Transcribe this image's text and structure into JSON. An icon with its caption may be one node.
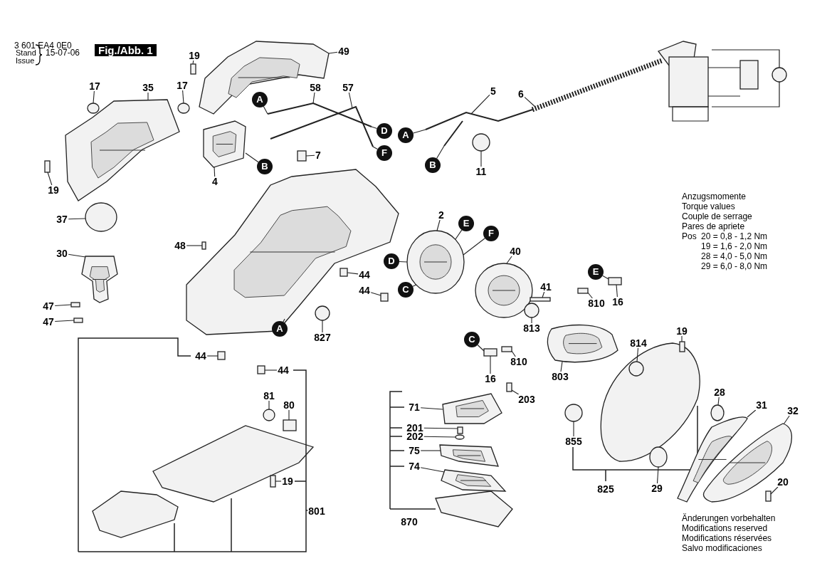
{
  "diagram": {
    "nodes": [
      {
        "text": [
          "19"
        ]
      },
      {
        "text": [
          "49"
        ]
      },
      {
        "text": [
          "17"
        ]
      },
      {
        "text": [
          "35"
        ]
      },
      {
        "text": [
          "17"
        ]
      },
      {
        "text": [
          "58"
        ]
      },
      {
        "text": [
          "57"
        ]
      },
      {
        "text": [
          "5"
        ]
      },
      {
        "text": [
          "6"
        ]
      },
      {
        "text": [
          "7"
        ]
      },
      {
        "text": [
          "4"
        ]
      },
      {
        "text": [
          "19"
        ]
      },
      {
        "text": [
          "11"
        ]
      },
      {
        "text": [
          "37"
        ]
      },
      {
        "text": [
          "2"
        ]
      },
      {
        "text": [
          "40"
        ]
      },
      {
        "text": [
          "48"
        ]
      },
      {
        "text": [
          "30"
        ]
      },
      {
        "text": [
          "44"
        ]
      },
      {
        "text": [
          "44"
        ]
      },
      {
        "text": [
          "41"
        ]
      },
      {
        "text": [
          "810"
        ]
      },
      {
        "text": [
          "16"
        ]
      },
      {
        "text": [
          "47"
        ]
      },
      {
        "text": [
          "47"
        ]
      },
      {
        "text": [
          "813"
        ]
      },
      {
        "text": [
          "827"
        ]
      },
      {
        "text": [
          "19"
        ]
      },
      {
        "text": [
          "814"
        ]
      },
      {
        "text": [
          "810"
        ]
      },
      {
        "text": [
          "803"
        ]
      },
      {
        "text": [
          "44"
        ]
      },
      {
        "text": [
          "44"
        ]
      },
      {
        "text": [
          "16"
        ]
      },
      {
        "text": [
          "203"
        ]
      },
      {
        "text": [
          "28"
        ]
      },
      {
        "text": [
          "71"
        ]
      },
      {
        "text": [
          "31"
        ]
      },
      {
        "text": [
          "81"
        ]
      },
      {
        "text": [
          "80"
        ]
      },
      {
        "text": [
          "32"
        ]
      },
      {
        "text": [
          "201"
        ]
      },
      {
        "text": [
          "202"
        ]
      },
      {
        "text": [
          "855"
        ]
      },
      {
        "text": [
          "75"
        ]
      },
      {
        "text": [
          "74"
        ]
      },
      {
        "text": [
          "29"
        ]
      },
      {
        "text": [
          "19"
        ]
      },
      {
        "text": [
          "20"
        ]
      },
      {
        "text": [
          "A"
        ]
      },
      {
        "text": [
          "B"
        ]
      },
      {
        "text": [
          "D"
        ]
      },
      {
        "text": [
          "F"
        ]
      },
      {
        "text": [
          "A"
        ]
      },
      {
        "text": [
          "B"
        ]
      },
      {
        "text": [
          "E"
        ]
      },
      {
        "text": [
          "F"
        ]
      },
      {
        "text": [
          "D"
        ]
      },
      {
        "text": [
          "C"
        ]
      },
      {
        "text": [
          "A"
        ]
      },
      {
        "text": [
          "E"
        ]
      },
      {
        "text": [
          "C"
        ]
      },
      {
        "text": [
          "801"
        ]
      },
      {
        "text": [
          "870"
        ]
      },
      {
        "text": [
          "825"
        ]
      },
      {
        "text": [],
        "shape": "box"
      },
      {
        "text": [],
        "shape": "picture"
      },
      {
        "text": [],
        "shape": "circle"
      },
      {
        "text": [],
        "shape": "picture"
      },
      {
        "text": [],
        "shape": "circle"
      },
      {
        "text": [],
        "shape": "line"
      },
      {
        "text": [],
        "shape": "line"
      },
      {
        "text": [],
        "shape": "line"
      },
      {
        "text": [],
        "shape": "line"
      },
      {
        "text": [],
        "shape": "box"
      },
      {
        "text": [],
        "shape": "picture"
      },
      {
        "text": [],
        "shape": "box"
      },
      {
        "text": [],
        "shape": "circle"
      },
      {
        "text": [],
        "shape": "circle"
      },
      {
        "text": [],
        "shape": "picture"
      },
      {
        "text": [],
        "shape": "picture"
      },
      {
        "text": [],
        "shape": "box"
      },
      {
        "text": [],
        "shape": "picture"
      },
      {
        "text": [],
        "shape": "box"
      },
      {
        "text": [],
        "shape": "box"
      },
      {
        "text": [],
        "shape": "box"
      },
      {
        "text": [],
        "shape": "box"
      },
      {
        "text": [],
        "shape": "box"
      },
      {
        "text": [],
        "shape": "box"
      },
      {
        "text": [],
        "shape": "box"
      },
      {
        "text": [],
        "shape": "circle"
      },
      {
        "text": [],
        "shape": "circle"
      },
      {
        "text": [],
        "shape": "box"
      },
      {
        "text": [],
        "shape": "circle"
      },
      {
        "text": [],
        "shape": "box"
      },
      {
        "text": [],
        "shape": "picture"
      },
      {
        "text": [],
        "shape": "box"
      },
      {
        "text": [],
        "shape": "box"
      },
      {
        "text": [],
        "shape": "box"
      },
      {
        "text": [],
        "shape": "box"
      },
      {
        "text": [],
        "shape": "circle"
      },
      {
        "text": [],
        "shape": "picture"
      },
      {
        "text": [],
        "shape": "picture"
      },
      {
        "text": [],
        "shape": "circle"
      },
      {
        "text": [],
        "shape": "box"
      },
      {
        "text": [],
        "shape": "picture"
      },
      {
        "text": [],
        "shape": "box"
      },
      {
        "text": [],
        "shape": "circle"
      },
      {
        "text": [],
        "shape": "circle"
      },
      {
        "text": [],
        "shape": "picture"
      },
      {
        "text": [],
        "shape": "picture"
      },
      {
        "text": [],
        "shape": "circle"
      },
      {
        "text": [],
        "shape": "box"
      },
      {
        "text": [],
        "shape": "box"
      },
      {
        "text": [],
        "shape": "picture"
      }
    ],
    "edges": [
      {
        "from": 0,
        "to": 65,
        "arrow": "none"
      },
      {
        "from": 1,
        "to": 66,
        "arrow": "none"
      },
      {
        "from": 2,
        "to": 67,
        "arrow": "none"
      },
      {
        "from": 3,
        "to": 68,
        "arrow": "none"
      },
      {
        "from": 4,
        "to": 69,
        "arrow": "none"
      },
      {
        "from": 5,
        "to": 70,
        "arrow": "none"
      },
      {
        "from": 6,
        "to": 71,
        "arrow": "none"
      },
      {
        "from": 7,
        "to": 72,
        "arrow": "none"
      },
      {
        "from": 8,
        "to": 73,
        "arrow": "none"
      },
      {
        "from": 9,
        "to": 74,
        "arrow": "none"
      },
      {
        "from": 10,
        "to": 75,
        "arrow": "none"
      },
      {
        "from": 11,
        "to": 76,
        "arrow": "none"
      },
      {
        "from": 12,
        "to": 77,
        "arrow": "none"
      },
      {
        "from": 13,
        "to": 78,
        "arrow": "none"
      },
      {
        "from": 14,
        "to": 79,
        "arrow": "none"
      },
      {
        "from": 15,
        "to": 80,
        "arrow": "none"
      },
      {
        "from": 16,
        "to": 81,
        "arrow": "none"
      },
      {
        "from": 17,
        "to": 82,
        "arrow": "none"
      },
      {
        "from": 18,
        "to": 83,
        "arrow": "none"
      },
      {
        "from": 19,
        "to": 84,
        "arrow": "none"
      },
      {
        "from": 20,
        "to": 85,
        "arrow": "none"
      },
      {
        "from": 21,
        "to": 86,
        "arrow": "none"
      },
      {
        "from": 22,
        "to": 87,
        "arrow": "none"
      },
      {
        "from": 23,
        "to": 88,
        "arrow": "none"
      },
      {
        "from": 24,
        "to": 89,
        "arrow": "none"
      },
      {
        "from": 25,
        "to": 90,
        "arrow": "none"
      },
      {
        "from": 26,
        "to": 91,
        "arrow": "none"
      },
      {
        "from": 27,
        "to": 92,
        "arrow": "none"
      },
      {
        "from": 28,
        "to": 93,
        "arrow": "none"
      },
      {
        "from": 29,
        "to": 94,
        "arrow": "none"
      },
      {
        "from": 30,
        "to": 95,
        "arrow": "none"
      },
      {
        "from": 31,
        "to": 96,
        "arrow": "none"
      },
      {
        "from": 32,
        "to": 97,
        "arrow": "none"
      },
      {
        "from": 33,
        "to": 98,
        "arrow": "none"
      },
      {
        "from": 34,
        "to": 99,
        "arrow": "none"
      },
      {
        "from": 35,
        "to": 100,
        "arrow": "none"
      },
      {
        "from": 36,
        "to": 101,
        "arrow": "none"
      },
      {
        "from": 37,
        "to": 102,
        "arrow": "none"
      },
      {
        "from": 38,
        "to": 103,
        "arrow": "none"
      },
      {
        "from": 39,
        "to": 104,
        "arrow": "none"
      },
      {
        "from": 40,
        "to": 105,
        "arrow": "none"
      },
      {
        "from": 41,
        "to": 106,
        "arrow": "none"
      },
      {
        "from": 42,
        "to": 107,
        "arrow": "none"
      },
      {
        "from": 43,
        "to": 108,
        "arrow": "none"
      },
      {
        "from": 44,
        "to": 109,
        "arrow": "none"
      },
      {
        "from": 45,
        "to": 110,
        "arrow": "none"
      },
      {
        "from": 46,
        "to": 111,
        "arrow": "none"
      },
      {
        "from": 47,
        "to": 112,
        "arrow": "none"
      },
      {
        "from": 48,
        "to": 113,
        "arrow": "none"
      },
      {
        "from": 49,
        "to": 70,
        "arrow": "none"
      },
      {
        "from": 50,
        "to": 75,
        "arrow": "none"
      },
      {
        "from": 51,
        "to": 70,
        "arrow": "none"
      },
      {
        "from": 52,
        "to": 71,
        "arrow": "none"
      },
      {
        "from": 53,
        "to": 72,
        "arrow": "none"
      },
      {
        "from": 54,
        "to": 72,
        "arrow": "none"
      },
      {
        "from": 55,
        "to": 79,
        "arrow": "none"
      },
      {
        "from": 56,
        "to": 79,
        "arrow": "none"
      },
      {
        "from": 57,
        "to": 79,
        "arrow": "none"
      },
      {
        "from": 58,
        "to": 79,
        "arrow": "none"
      },
      {
        "from": 59,
        "to": 114,
        "arrow": "none"
      },
      {
        "from": 60,
        "to": 87,
        "arrow": "none"
      },
      {
        "from": 61,
        "to": 98,
        "arrow": "none"
      }
    ],
    "labels": [
      "3 601 EA4 0E0",
      "Stand",
      "Issue",
      "15-07-06",
      "Fig./Abb. 1",
      "Anzugsmomente",
      "Torque values",
      "Couple de serrage",
      "Pares de apriete",
      "Pos",
      "20 = 0,8 - 1,2 Nm",
      "19 = 1,6 - 2,0 Nm",
      "28 = 4,0 - 5,0 Nm",
      "29 = 6,0 - 8,0 Nm",
      "Änderungen vorbehalten",
      "Modifications reserved",
      "Modifications réservées",
      "Salvo modificaciones"
    ]
  }
}
